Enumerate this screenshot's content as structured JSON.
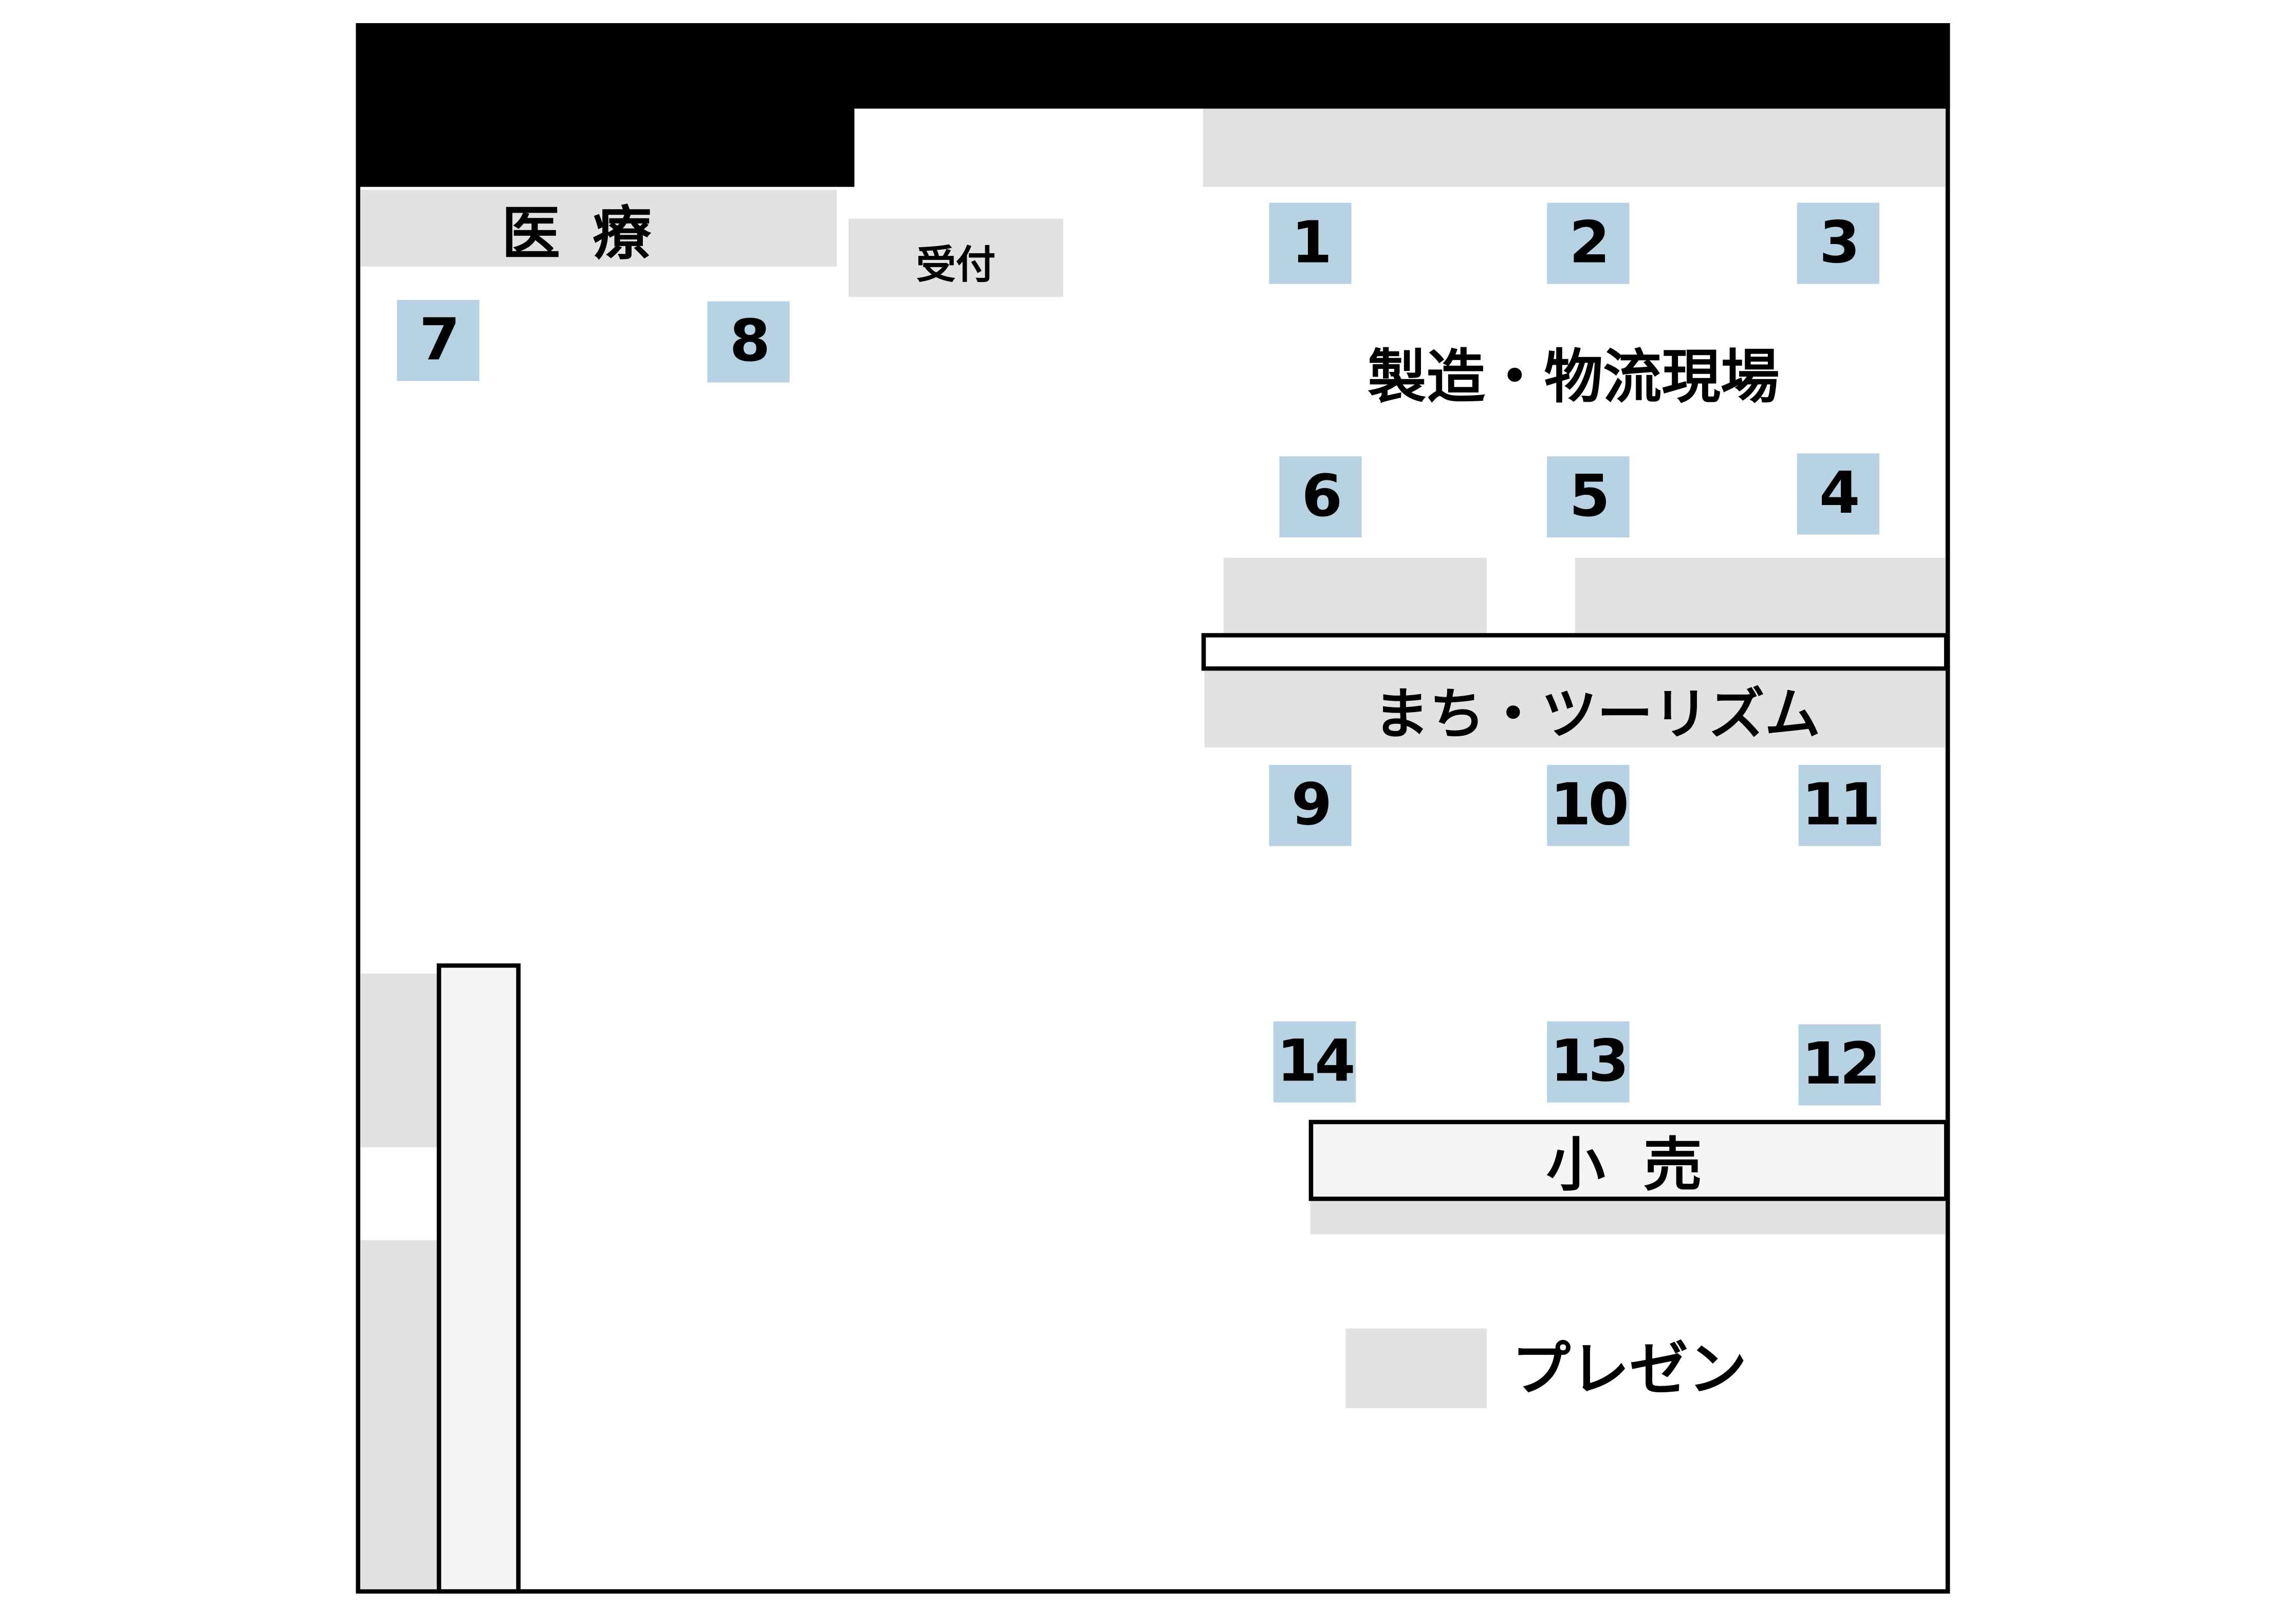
{
  "zones": {
    "medical": "医 療",
    "reception": "受付",
    "manufacturing": "製造・物流現場",
    "town_tourism": "まち・ツーリズム",
    "retail": "小 売"
  },
  "booths": [
    "1",
    "2",
    "3",
    "4",
    "5",
    "6",
    "7",
    "8",
    "9",
    "10",
    "11",
    "12",
    "13",
    "14"
  ],
  "legend": {
    "presentation": "プレゼン"
  },
  "colors": {
    "booth": "#b7d2e2",
    "zone_gray": "#e1e3e2",
    "wall": "#000000",
    "outlined_fill": "#f4f6f5"
  }
}
